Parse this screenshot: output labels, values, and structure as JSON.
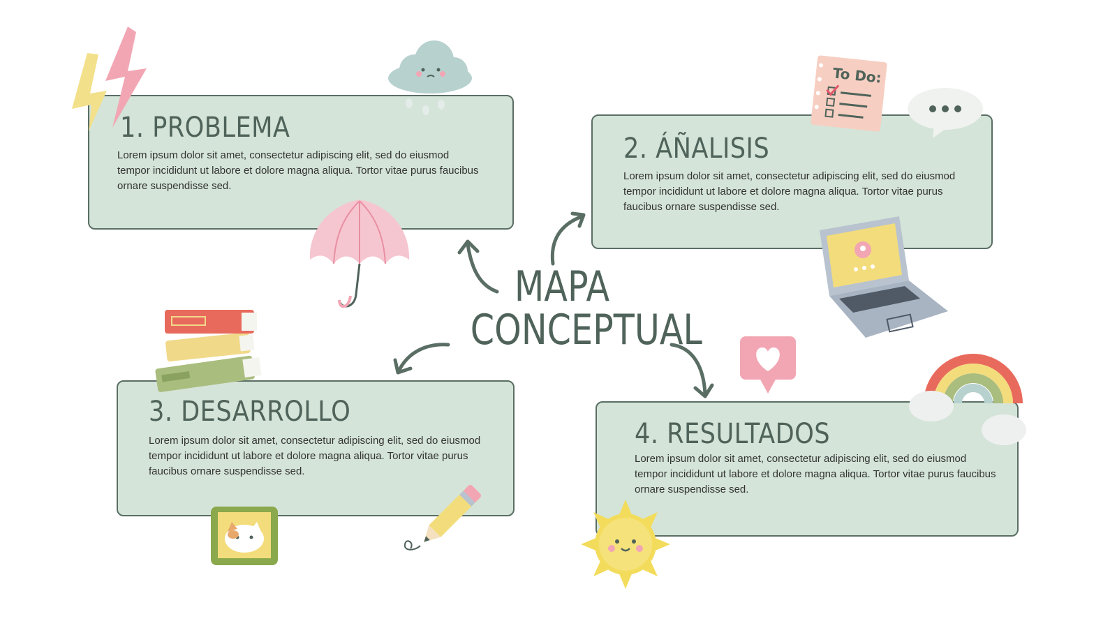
{
  "center": {
    "line1": "MAPA",
    "line2": "CONCEPTUAL"
  },
  "cards": [
    {
      "title": "1. PROBLEMA",
      "body": "Lorem ipsum dolor sit amet, consectetur adipiscing elit, sed do eiusmod tempor incididunt ut labore et dolore magna aliqua. Tortor vitae purus faucibus ornare suspendisse sed."
    },
    {
      "title": "2. ÁÑALISIS",
      "body": "Lorem ipsum dolor sit amet, consectetur adipiscing elit, sed do eiusmod tempor incididunt ut labore et dolore magna aliqua. Tortor vitae purus faucibus ornare suspendisse sed."
    },
    {
      "title": "3. DESARROLLO",
      "body": "Lorem ipsum dolor sit amet, consectetur adipiscing elit, sed do eiusmod tempor incididunt ut labore et dolore magna aliqua. Tortor vitae purus faucibus ornare suspendisse sed."
    },
    {
      "title": "4. RESULTADOS",
      "body": "Lorem ipsum dolor sit amet, consectetur adipiscing elit, sed do eiusmod tempor incididunt ut labore et dolore magna aliqua. Tortor vitae purus faucibus ornare suspendisse sed."
    }
  ],
  "stickers": {
    "todo_text": "To Do:",
    "icons": [
      "lightning-icon",
      "cloud-icon",
      "umbrella-icon",
      "todo-note-icon",
      "speech-bubble-icon",
      "laptop-icon",
      "books-icon",
      "cat-stamp-icon",
      "pencil-icon",
      "heart-bubble-icon",
      "rainbow-icon",
      "sun-icon"
    ]
  },
  "colors": {
    "card_bg": "#d4e4d8",
    "card_border": "#5a6e64",
    "title": "#4f635a",
    "body": "#333333",
    "arrow": "#5a6e64"
  }
}
